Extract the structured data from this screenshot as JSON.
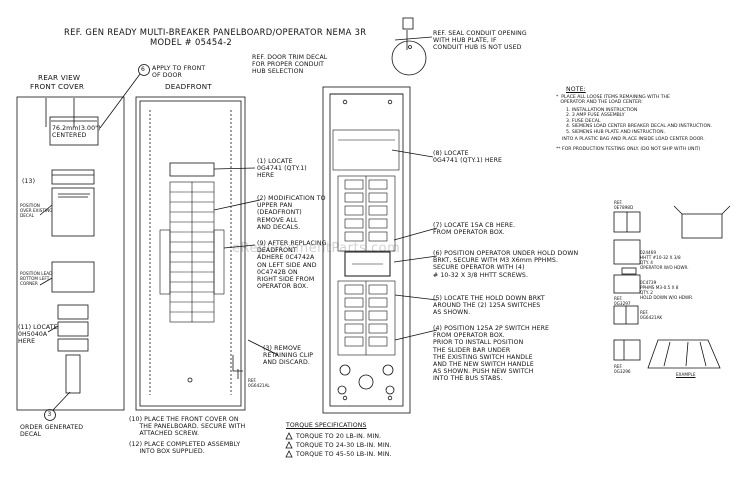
{
  "title": {
    "line1": "REF. GEN READY MULTI-BREAKER PANELBOARD/OPERATOR NEMA 3R",
    "line2": "MODEL # 05454-2"
  },
  "views": {
    "rear_view": "REAR VIEW",
    "front_cover": "FRONT COVER",
    "deadfront": "DEADFRONT"
  },
  "rear": {
    "callout6_num": "6",
    "callout6": "APPLY TO FRONT\nOF DOOR",
    "dim": "76.2mm(3.00\")\nCENTERED",
    "callout13": "(13)",
    "pos_existing": "POSITION\nOVER EXISTING\nDECAL",
    "pos_lead": "POSITION LEAD\nBOTTOM LEFT\nCORNER",
    "callout11": "(11) LOCATE\n0H5040A\nHERE",
    "callout3_num": "3",
    "callout3": "ORDER GENERATED\nDECAL"
  },
  "deadfront": {
    "callout1": "(1) LOCATE\n0G4741 (QTY.1)\nHERE",
    "callout2": "(2) MODIFICATION TO\nUPPER PAN\n(DEADFRONT)\nREMOVE ALL\nAND DECALS.",
    "callout9": "(9) AFTER REPLACING\nDEADFRONT\nADHERE 0C4742A\nON LEFT SIDE AND\n0C4742B ON\nRIGHT SIDE FROM\nOPERATOR BOX.",
    "callout3b": "(3) REMOVE\nRETAINING CLIP\nAND DISCARD.",
    "ref_clip": "REF.\n0G6421AL",
    "callout10": "(10) PLACE THE FRONT COVER ON\n     THE PANELBOARD. SECURE WITH\n     ATTACHED SCREW.",
    "callout12": "(12) PLACE COMPLETED ASSEMBLY\n     INTO BOX SUPPLIED."
  },
  "torque": {
    "heading": "TORQUE SPECIFICATIONS",
    "items": [
      "TORQUE TO 20 LB-IN. MIN.",
      "TORQUE TO 24-30 LB-IN. MIN.",
      "TORQUE TO 45-50 LB-IN. MIN."
    ]
  },
  "panel": {
    "seal": "REF. SEAL CONDUIT OPENING\nWITH HUB PLATE, IF\nCONDUIT HUB IS NOT USED",
    "door_trim": "REF. DOOR TRIM DECAL\nFOR PROPER CONDUIT\nHUB SELECTION",
    "callout8": "(8) LOCATE\n0G4741 (QTY.1) HERE",
    "callout7": "(7) LOCATE 15A CB HERE.\nFROM OPERATOR BOX.",
    "callout6b": "(6) POSITION OPERATOR UNDER HOLD DOWN\nBRKT, SECURE WITH M3 X6mm PPHMS.\nSECURE OPERATOR WITH (4)\n# 10-32 X 3/8 HHTT SCREWS.",
    "callout5": "(5) LOCATE THE HOLD DOWN BRKT\nAROUND THE (2) 125A SWITCHES\nAS SHOWN.",
    "callout4": "(4) POSITION 125A 2P SWITCH HERE\nFROM OPERATOR BOX.\nPRIOR TO INSTALL POSITION\nTHE SLIDER BAR UNDER\nTHE EXISTING SWITCH HANDLE\nAND THE NEW SWITCH HANDLE\nAS SHOWN. PUSH NEW SWITCH\nINTO THE BUS STABS."
  },
  "note": {
    "heading": "NOTE:",
    "star1": "*  PLACE ALL LOOSE ITEMS REMAINING WITH THE\n   OPERATOR AND THE LOAD CENTER:",
    "list": "1. INSTALLATION INSTRUCTION\n2. 3 AMP FUSE ASSEMBLY\n3. FUSE DECAL\n4. SIEMENS LOAD CENTER BREAKER DECAL AND INSTRUCTION.\n5. SIEMENS HUB PLATE AND INSTRUCTION.",
    "bag": "INTO A PLASTIC BAG AND PLACE INSIDE LOAD CENTER DOOR.",
    "star2": "** FOR PRODUCTION TESTING ONLY. (DO NOT SHIP WITH UNIT)"
  },
  "parts": {
    "p1": "REF.\n0E7898D",
    "p2": "024469\nHHTT #10-32 X 3/8\nQTY. 4\nOPERATOR W/O HDWR.",
    "p3": "0C4739\nPPHMS M3-0.5 X 8\nQTY. 2\nHOLD DOWN W/O HDWR.",
    "p4": "REF.\n0G6421AK",
    "p5": "REF.\n0G3296",
    "p6": "REF.\n0G3297",
    "example": "EXAMPLE"
  },
  "watermark": "eReplacementParts.com"
}
